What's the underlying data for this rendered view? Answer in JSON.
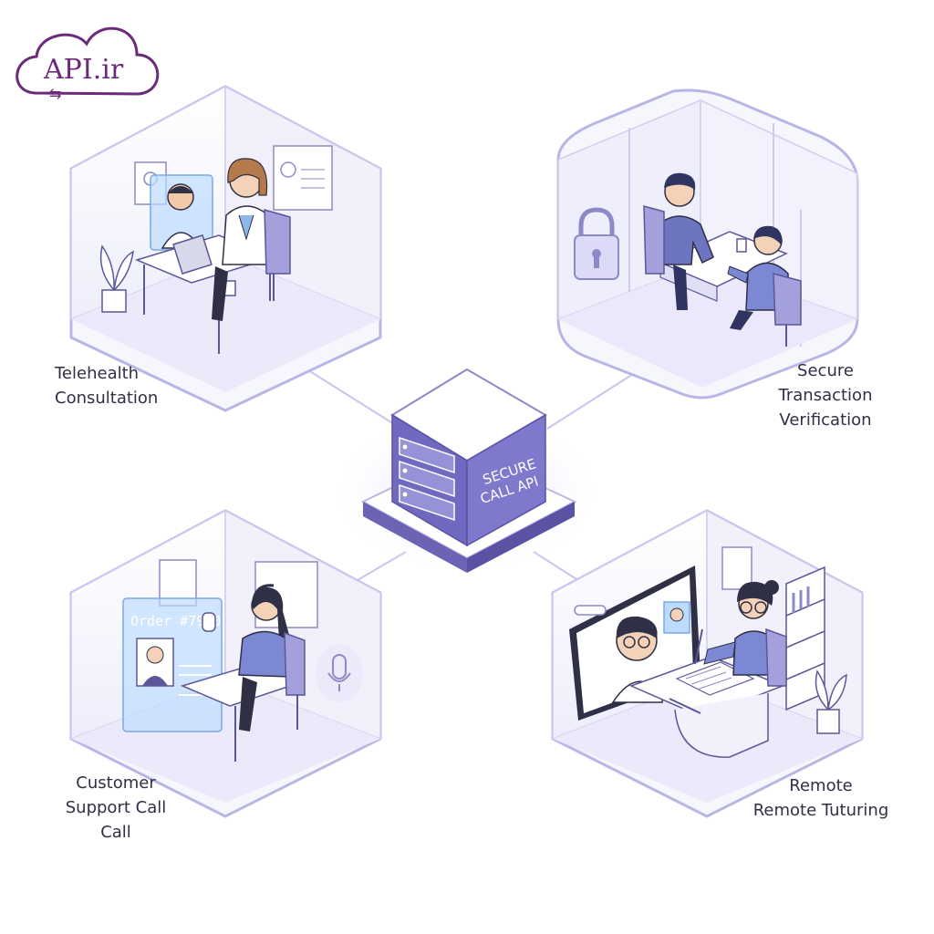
{
  "logo": {
    "text": "API.ir",
    "arrows": "⇆"
  },
  "hub": {
    "line1": "SECURE",
    "line2": "CALL API"
  },
  "scenes": {
    "telehealth": {
      "label_lines": [
        "Telehealth",
        "Consultation"
      ]
    },
    "secure_transaction": {
      "label_lines": [
        "Secure",
        "Transaction",
        "Verification"
      ]
    },
    "customer_support": {
      "label_lines": [
        "Customer",
        "Support Call",
        "Call"
      ],
      "order_text": "Order #7950"
    },
    "remote_tutoring": {
      "label_lines": [
        "Remote",
        "Remote Tuturing"
      ]
    }
  },
  "colors": {
    "accent": "#6c63b5",
    "logo": "#6b2a7a",
    "room_line": "#b9b6e6",
    "room_fill": "#f3f2fc",
    "hub_fill": "#7470c2"
  }
}
